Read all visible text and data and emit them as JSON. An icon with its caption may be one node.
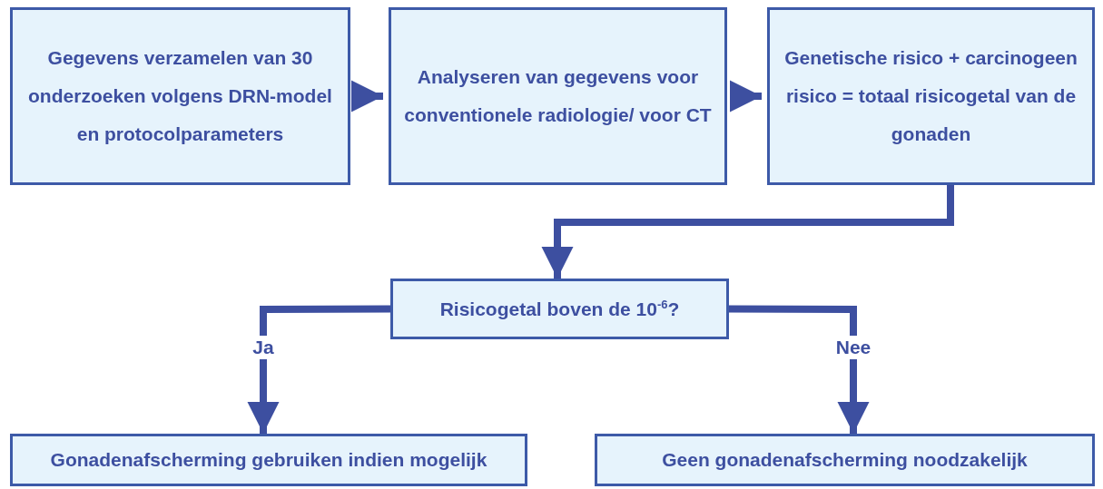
{
  "diagram": {
    "nodes": [
      {
        "text": [
          "Gegevens verzamelen van 30 onderzoeken volgens DRN-model en protocolparameters"
        ]
      },
      {
        "text": [
          "Analyseren van gegevens voor conventionele radiologie/ voor CT"
        ]
      },
      {
        "text": [
          "Genetische risico + carcinogeen risico = totaal risicogetal van de gonaden"
        ]
      },
      {
        "text": [
          "Risicogetal boven de 10$^{-6}$?"
        ]
      },
      {
        "text": [
          "Gonadenafscherming gebruiken indien mogelijk"
        ]
      },
      {
        "text": [
          "Geen gonadenafscherming noodzakelijk"
        ]
      }
    ],
    "edges": [
      {
        "from": 0,
        "to": 1,
        "arrow": "to"
      },
      {
        "from": 1,
        "to": 2,
        "arrow": "to"
      },
      {
        "from": 2,
        "to": 3,
        "arrow": "to"
      },
      {
        "from": 3,
        "to": 4,
        "arrow": "to",
        "label": "Ja"
      },
      {
        "from": 3,
        "to": 5,
        "arrow": "to",
        "label": "Nee"
      }
    ]
  }
}
